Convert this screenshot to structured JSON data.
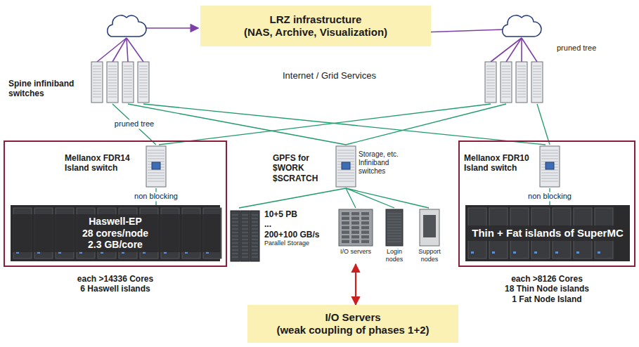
{
  "diagram": {
    "nodes": [
      {
        "text": [
          "LRZ infrastructure",
          "(NAS, Archive, Visualization)"
        ]
      },
      {
        "text": [
          "Spine infiniband switches"
        ]
      },
      {
        "text": [
          "pruned tree"
        ]
      },
      {
        "text": [
          "each >14336 Cores",
          "6 Haswell islands"
        ]
      },
      {
        "text": [
          "Mellanox FDR14 Island switch"
        ],
        "in": 3
      },
      {
        "text": [
          "Haswell-EP",
          "28 cores/node",
          "2.3 GB/core"
        ],
        "in": 3
      },
      {
        "text": [
          "Storage, etc. Infiniband switches"
        ]
      },
      {
        "text": [
          "10+5 PB",
          "...",
          "200+100 GB/s",
          "Parallel Storage"
        ]
      },
      {
        "text": [
          "I/O servers"
        ]
      },
      {
        "text": [
          "Login nodes"
        ]
      },
      {
        "text": [
          "Support nodes"
        ]
      },
      {
        "text": [
          "each >8126 Cores",
          "18 Thin Node islands",
          "1 Fat Node Island"
        ]
      },
      {
        "text": [
          "Mellanox FDR10 Island switch"
        ],
        "in": 11
      },
      {
        "text": [
          "Thin + Fat islands of SuperMC"
        ],
        "in": 11
      },
      {
        "text": [
          "I/O Servers",
          "(weak coupling of phases 1+2)"
        ]
      }
    ],
    "edges": [
      {
        "from": 1,
        "to": 4,
        "arrow": "none",
        "label": "pruned tree"
      },
      {
        "from": 1,
        "to": 6,
        "arrow": "none"
      },
      {
        "from": 1,
        "to": 12,
        "arrow": "none"
      },
      {
        "from": 2,
        "to": 4,
        "arrow": "none"
      },
      {
        "from": 2,
        "to": 6,
        "arrow": "none"
      },
      {
        "from": 2,
        "to": 12,
        "arrow": "none"
      },
      {
        "from": 4,
        "to": 5,
        "arrow": "none",
        "label": "non blocking"
      },
      {
        "from": 12,
        "to": 13,
        "arrow": "none",
        "label": "non blocking"
      },
      {
        "from": 6,
        "to": 7,
        "arrow": "none"
      },
      {
        "from": 6,
        "to": 8,
        "arrow": "none"
      },
      {
        "from": 6,
        "to": 9,
        "arrow": "none"
      },
      {
        "from": 6,
        "to": 10,
        "arrow": "none"
      },
      {
        "from": 8,
        "to": 14,
        "arrow": "both"
      }
    ],
    "labels": [
      "Internet / Grid Services",
      "GPFS for $WORK $SCRATCH"
    ]
  }
}
